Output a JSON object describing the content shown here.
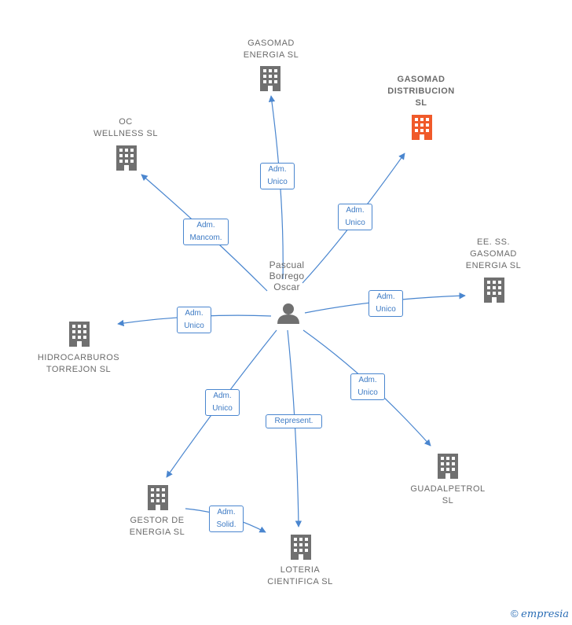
{
  "center": {
    "name": "Pascual\nBorrego\nOscar",
    "icon": "person-icon"
  },
  "companies": [
    {
      "id": "gasomad-energia",
      "name": "GASOMAD\nENERGIA SL",
      "icon": "building-icon",
      "highlight": false
    },
    {
      "id": "gasomad-distribucion",
      "name": "GASOMAD\nDISTRIBUCION\nSL",
      "icon": "building-icon",
      "highlight": true
    },
    {
      "id": "oc-wellness",
      "name": "OC\nWELLNESS SL",
      "icon": "building-icon",
      "highlight": false
    },
    {
      "id": "ee-ss-gasomad",
      "name": "EE. SS.\nGASOMAD\nENERGIA SL",
      "icon": "building-icon",
      "highlight": false
    },
    {
      "id": "hidrocarburos",
      "name": "HIDROCARBUROS\nTORREJON SL",
      "icon": "building-icon",
      "highlight": false
    },
    {
      "id": "guadalpetrol",
      "name": "GUADALPETROL\nSL",
      "icon": "building-icon",
      "highlight": false
    },
    {
      "id": "gestor-energia",
      "name": "GESTOR DE\nENERGIA SL",
      "icon": "building-icon",
      "highlight": false
    },
    {
      "id": "loteria",
      "name": "LOTERIA\nCIENTIFICA SL",
      "icon": "building-icon",
      "highlight": false
    }
  ],
  "relations": [
    {
      "id": "rel-gasomad-energia",
      "label": "Adm.\nUnico"
    },
    {
      "id": "rel-gasomad-distribucion",
      "label": "Adm.\nUnico"
    },
    {
      "id": "rel-oc-wellness",
      "label": "Adm.\nMancom."
    },
    {
      "id": "rel-ee-ss",
      "label": "Adm.\nUnico"
    },
    {
      "id": "rel-hidrocarburos",
      "label": "Adm.\nUnico"
    },
    {
      "id": "rel-guadalpetrol",
      "label": "Adm.\nUnico"
    },
    {
      "id": "rel-gestor",
      "label": "Adm.\nUnico"
    },
    {
      "id": "rel-loteria",
      "label": "Represent."
    },
    {
      "id": "rel-gestor-loteria",
      "label": "Adm.\nSolid."
    }
  ],
  "colors": {
    "edge": "#4a86cf",
    "building": "#707070",
    "highlight": "#f05a2a"
  },
  "watermark": {
    "symbol": "©",
    "brand": "empresia"
  }
}
